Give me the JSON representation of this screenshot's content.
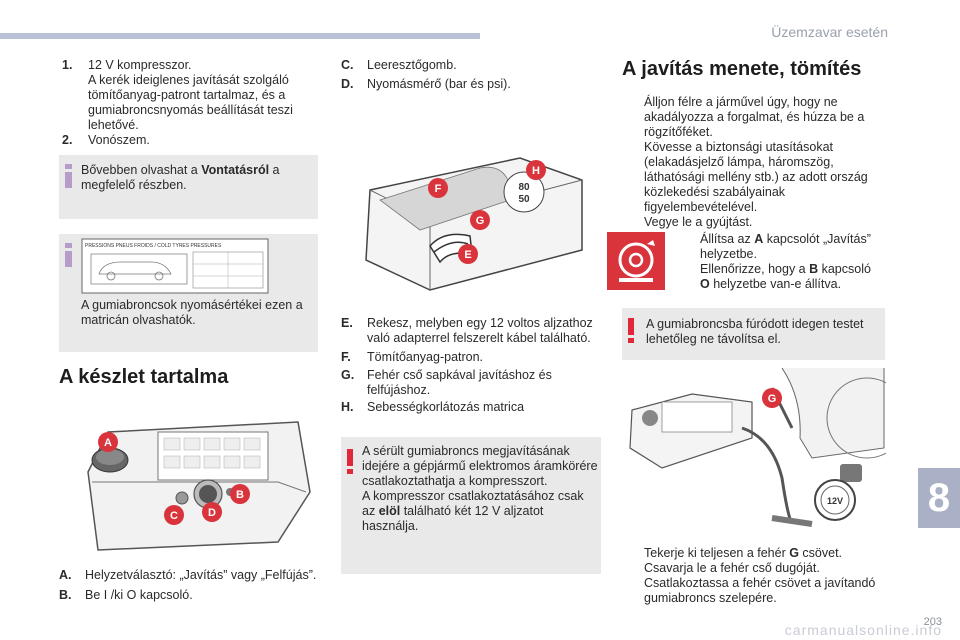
{
  "header": {
    "title": "Üzemzavar esetén"
  },
  "col1": {
    "items": [
      {
        "num": "1.",
        "text": "12 V kompresszor.\nA kerék ideiglenes javítását szolgáló tömítőanyag-patront tartalmaz, és a gumiabroncsnyomás beállítását teszi lehetővé."
      },
      {
        "num": "2.",
        "text": "Vonószem."
      }
    ],
    "info_box1": {
      "text_before": "Bővebben olvashat a ",
      "text_bold": "Vontatásról",
      "text_after": " a megfelelő részben."
    },
    "info_box2": {
      "label_text": "PRESSIONS PNEUS FROIDS / COLD TYRES PRESSURES",
      "text": "A gumiabroncsok nyomásértékei ezen a matricán olvashatók."
    },
    "heading": "A készlet tartalma",
    "legend": [
      {
        "num": "A.",
        "text": "Helyzetválasztó: „Javítás” vagy „Felfújás”."
      },
      {
        "num": "B.",
        "text": "Be I /ki O kapcsoló."
      }
    ]
  },
  "col2": {
    "top_items": [
      {
        "num": "C.",
        "text": "Leeresztőgomb."
      },
      {
        "num": "D.",
        "text": "Nyomásmérő (bar és psi)."
      }
    ],
    "items": [
      {
        "num": "E.",
        "text": "Rekesz, melyben egy 12 voltos aljzathoz való adapterrel felszerelt kábel található."
      },
      {
        "num": "F.",
        "text": "Tömítőanyag-patron."
      },
      {
        "num": "G.",
        "text": "Fehér cső sapkával javításhoz és felfújáshoz."
      },
      {
        "num": "H.",
        "text": "Sebességkorlátozás matrica"
      }
    ],
    "warning": {
      "p1": "A sérült gumiabroncs megjavításának idejére a gépjármű elektromos áramkörére csatlakoztathatja a kompresszort.",
      "p2_before": "A kompresszor csatlakoztatásához csak az ",
      "p2_bold": "elöl",
      "p2_after": " található két 12 V aljzatot használja."
    }
  },
  "col3": {
    "heading": "A javítás menete, tömítés",
    "bullets": [
      "Álljon félre a járművel úgy, hogy ne akadályozza a forgalmat, és húzza be a rögzítőféket.",
      "Kövesse a biztonsági utasításokat (elakadásjelző lámpa, háromszög, láthatósági mellény stb.) az adott ország közlekedési szabályainak figyelembevételével.",
      "Vegye le a gyújtást."
    ],
    "switch_bullets": [
      {
        "before": "Állítsa az ",
        "bold": "A",
        "after": " kapcsolót „Javítás” helyzetbe."
      },
      {
        "before": "Ellenőrizze, hogy a ",
        "bold": "B",
        "after": " kapcsoló ",
        "bold2": "O",
        "after2": " helyzetbe van-e állítva."
      }
    ],
    "warning": "A gumiabroncsba fúródott idegen testet lehetőleg ne távolítsa el.",
    "bottom_bullets": [
      {
        "before": "Tekerje ki teljesen a fehér ",
        "bold": "G",
        "after": " csövet."
      },
      {
        "before": "Csavarja le a fehér cső dugóját.",
        "bold": "",
        "after": ""
      },
      {
        "before": "Csatlakoztassa a fehér csövet a javítandó gumiabroncs szelepére.",
        "bold": "",
        "after": ""
      }
    ]
  },
  "figure_labels": {
    "a": "A",
    "b": "B",
    "c": "C",
    "d": "D",
    "e": "E",
    "f": "F",
    "g": "G",
    "h": "H",
    "g2": "G",
    "speed1": "80",
    "speed2": "50",
    "socket": "12V"
  },
  "chapter": "8",
  "page_number": "203",
  "footer": "carmanualsonline.info",
  "colors": {
    "accent_bar": "#b9c1d6",
    "info_icon": "#b79cc9",
    "warning_icon": "#e0283a",
    "box_bg": "#e9e9e9",
    "callout": "#d9343c",
    "chapter_tab": "#aab0c6"
  },
  "bullet_marker": ""
}
